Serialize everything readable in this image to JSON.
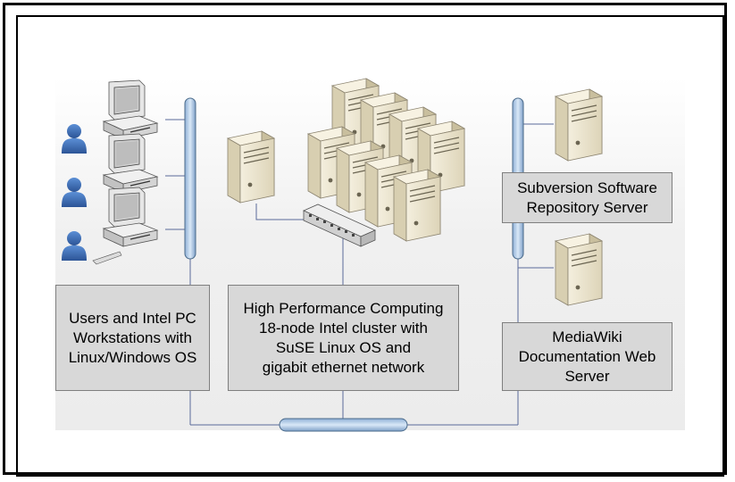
{
  "labels": {
    "users": "Users and Intel PC\nWorkstations with\nLinux/Windows OS",
    "hpc": "High Performance Computing\n18-node Intel cluster with\nSuSE Linux OS and\ngigabit ethernet network",
    "svn": "Subversion Software\nRepository Server",
    "wiki": "MediaWiki\nDocumentation Web\nServer"
  },
  "colors": {
    "bus": "#b7cfe8",
    "bus_stroke": "#4a6a8a",
    "line": "#5a6a9a",
    "label_bg": "#d8d8d8",
    "server_front": "#ede6cf",
    "server_side": "#c9bf9e",
    "server_top": "#f7f2e2",
    "user_icon": "#3f6fb5"
  }
}
